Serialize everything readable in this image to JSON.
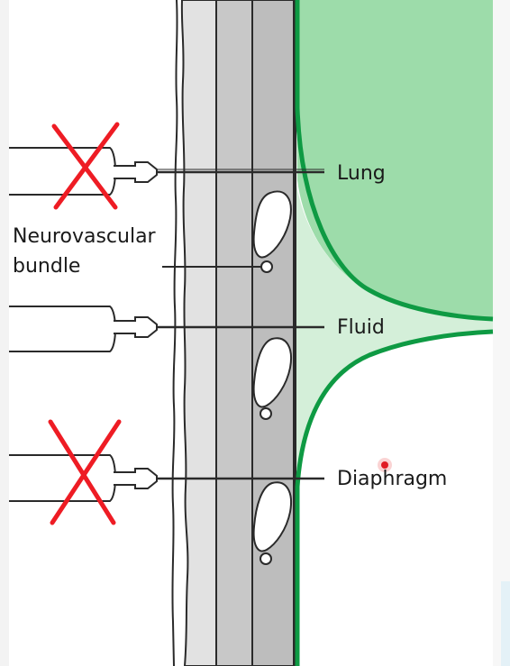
{
  "labels": {
    "lung": "Lung",
    "fluid": "Fluid",
    "diaphragm": "Diaphragm",
    "neurovascular_line1": "Neurovascular",
    "neurovascular_line2": "bundle"
  },
  "needle_positions": [
    {
      "id": "upper",
      "target": "Lung",
      "marked_incorrect": true
    },
    {
      "id": "middle",
      "target": "Fluid",
      "marked_incorrect": false
    },
    {
      "id": "lower",
      "target": "Diaphragm",
      "marked_incorrect": true
    }
  ],
  "colors": {
    "lung_fill": "#9ddcaa",
    "fluid_fill": "#d4efd9",
    "pleura_line": "#0e9a43",
    "skin_layer": "#e2e2e2",
    "muscle_layer": "#c8c8c8",
    "cross_mark": "#ee1c24",
    "outline": "#2a2a2a"
  }
}
